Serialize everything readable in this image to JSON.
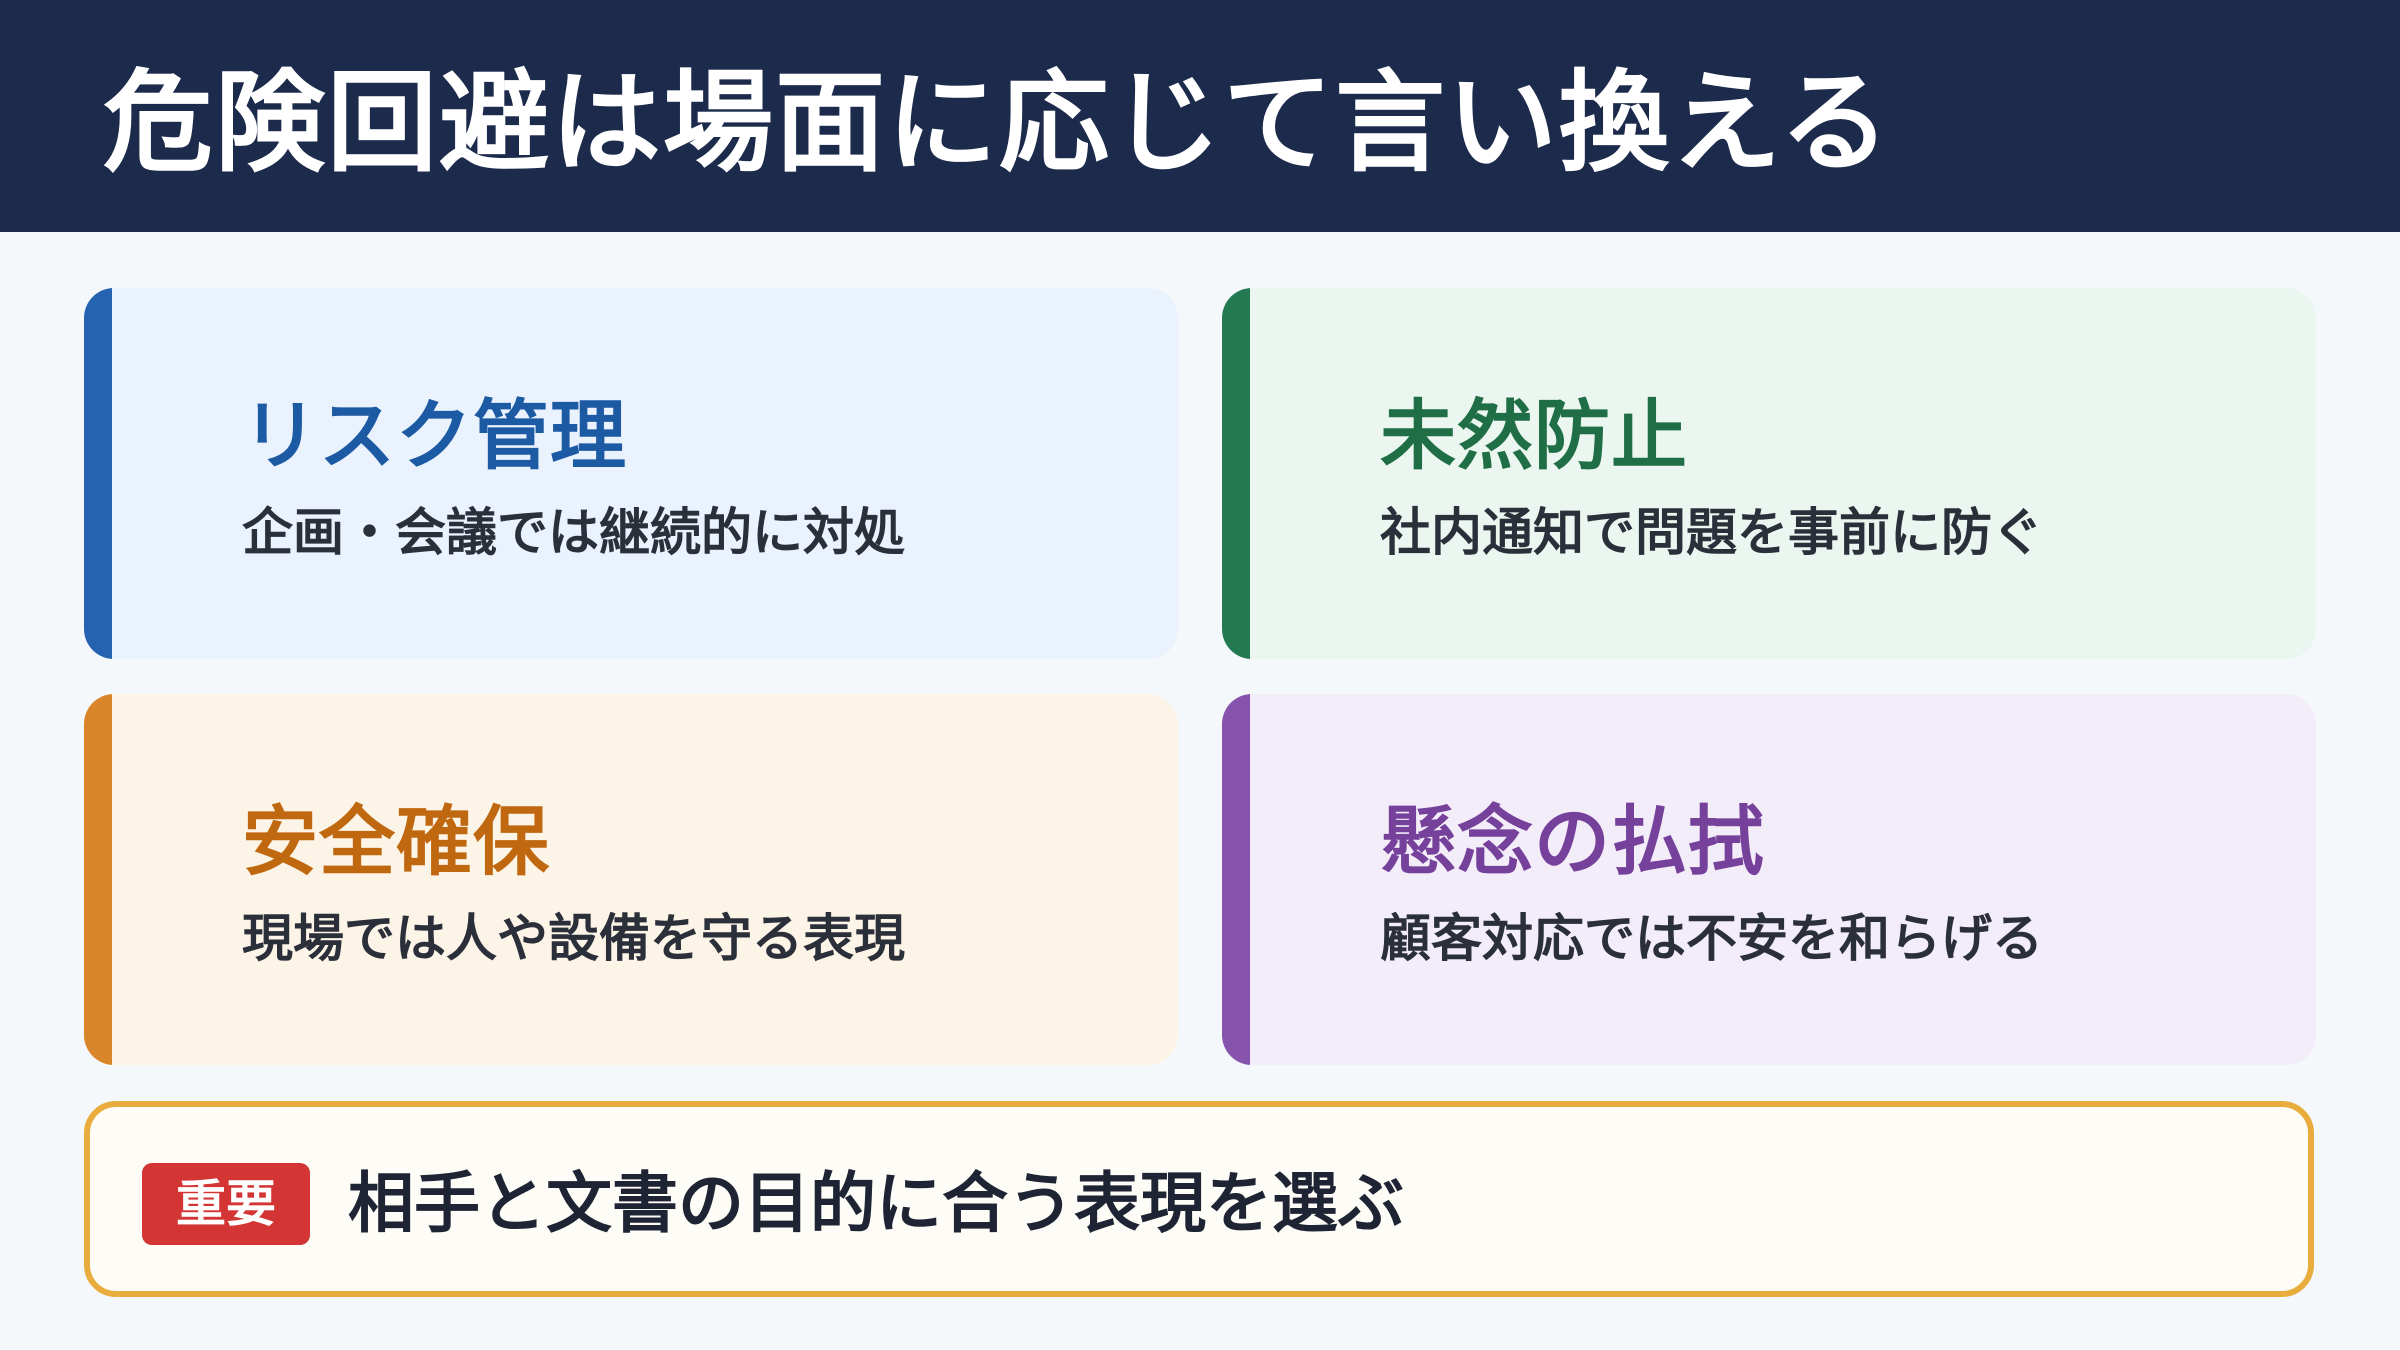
{
  "header": {
    "title": "危険回避は場面に応じて言い換える"
  },
  "cards": [
    {
      "title": "リスク管理",
      "description": "企画・会議では継続的に対処",
      "accent": "#2563b1"
    },
    {
      "title": "未然防止",
      "description": "社内通知で問題を事前に防ぐ",
      "accent": "#237a52"
    },
    {
      "title": "安全確保",
      "description": "現場では人や設備を守る表現",
      "accent": "#d9852a"
    },
    {
      "title": "懸念の払拭",
      "description": "顧客対応では不安を和らげる",
      "accent": "#8653ad"
    }
  ],
  "callout": {
    "badge": "重要",
    "text": "相手と文書の目的に合う表現を選ぶ",
    "border_color": "#e8ad3c",
    "badge_color": "#d33535"
  }
}
